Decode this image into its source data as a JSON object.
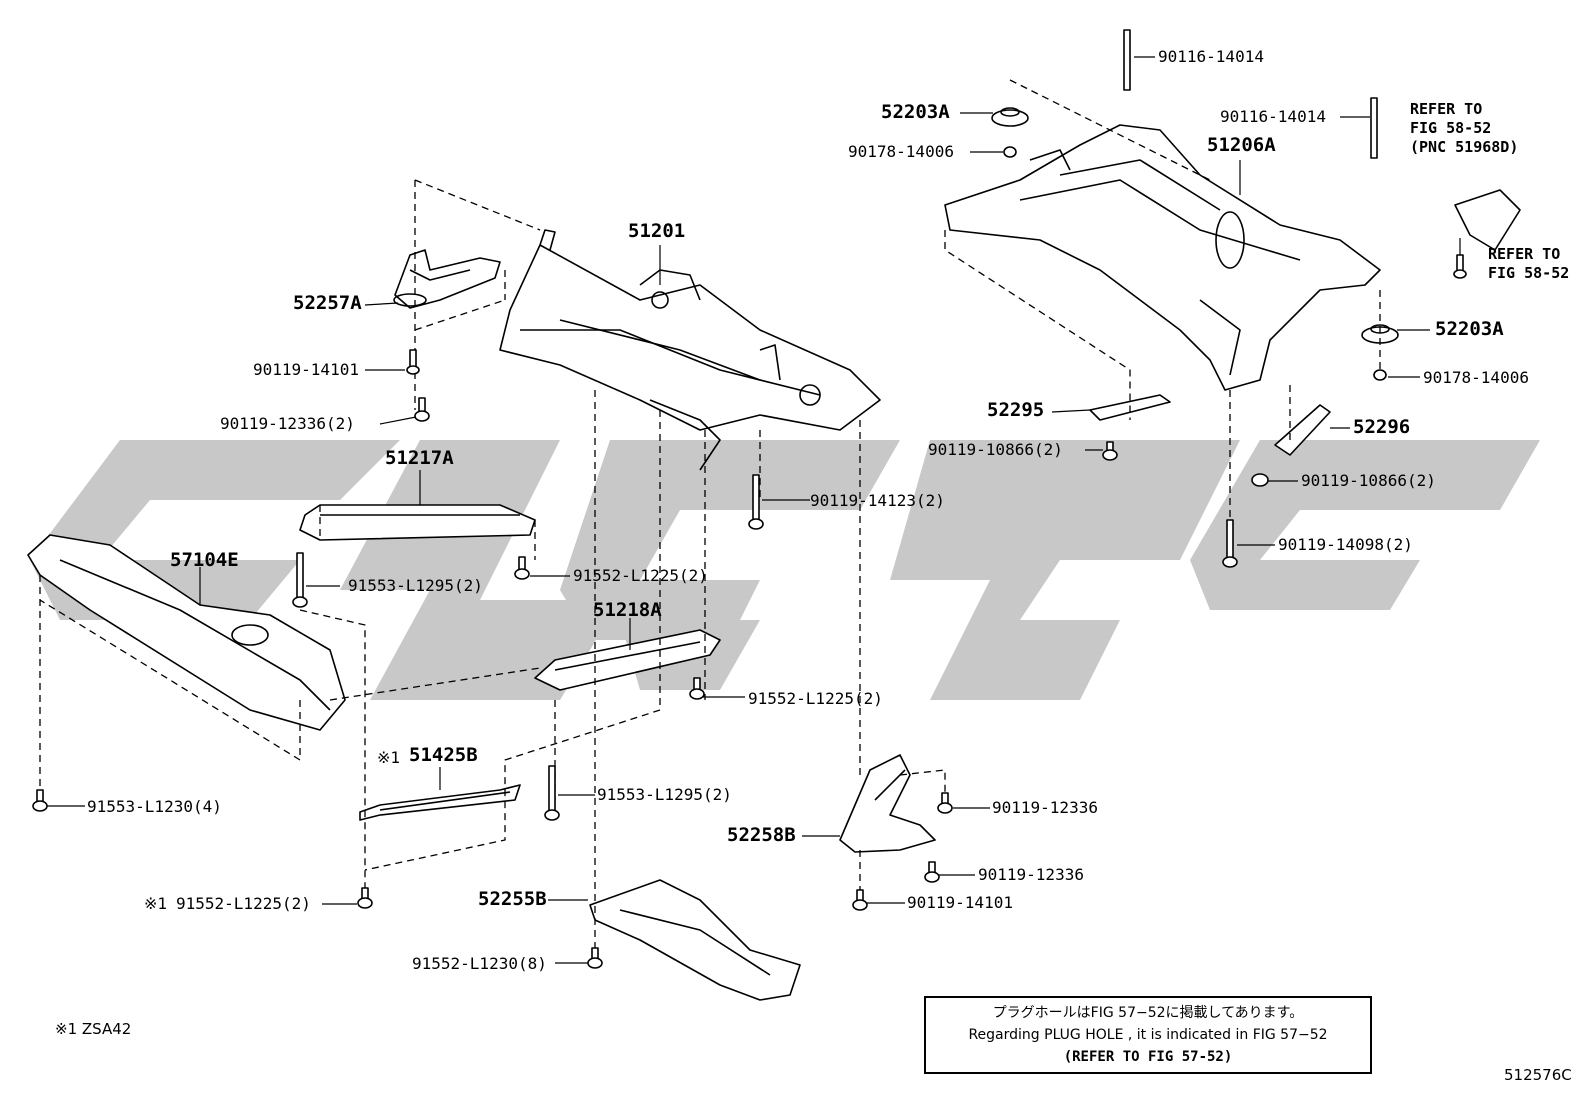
{
  "labels": {
    "p51201": "51201",
    "p52257A": "52257A",
    "p90119_14101_a": "90119-14101",
    "p90119_12336_2": "90119-12336(2)",
    "p51217A": "51217A",
    "p57104E": "57104E",
    "p91553_L1295_2_a": "91553-L1295(2)",
    "p91552_L1225_2_a": "91552-L1225(2)",
    "p51218A": "51218A",
    "p91552_L1225_2_b": "91552-L1225(2)",
    "p90119_14123_2": "90119-14123(2)",
    "p51425B": "51425B",
    "p91553_L1295_2_b": "91553-L1295(2)",
    "p91553_L1230_4": "91553-L1230(4)",
    "p91552_L1225_2_c": "91552-L1225(2)",
    "p52255B": "52255B",
    "p91552_L1230_8": "91552-L1230(8)",
    "p52258B": "52258B",
    "p90119_12336_a": "90119-12336",
    "p90119_12336_b": "90119-12336",
    "p90119_14101_b": "90119-14101",
    "p90116_14014_a": "90116-14014",
    "p52203A_a": "52203A",
    "p90178_14006_a": "90178-14006",
    "p90116_14014_b": "90116-14014",
    "p51206A": "51206A",
    "p52203A_b": "52203A",
    "p90178_14006_b": "90178-14006",
    "p52295": "52295",
    "p90119_10866_2_a": "90119-10866(2)",
    "p52296": "52296",
    "p90119_10866_2_b": "90119-10866(2)",
    "p90119_14098_2": "90119-14098(2)",
    "mark1_a": "※1",
    "mark1_b": "※1"
  },
  "refs": {
    "ref1_line1": "REFER TO",
    "ref1_line2": "FIG 58-52",
    "ref1_line3": "(PNC 51968D)",
    "ref2_line1": "REFER TO",
    "ref2_line2": "FIG 58-52"
  },
  "note": {
    "line_jp": "プラグホールはFIG 57−52に掲載してあります。",
    "line_en": "Regarding PLUG HOLE , it is indicated in FIG 57−52",
    "line_ref": "(REFER TO FIG 57-52)"
  },
  "footer": {
    "footnote": "※1  ZSA42",
    "diagram_id": "512576C"
  },
  "colors": {
    "line": "#000000",
    "watermark": "#c8c8c8"
  }
}
